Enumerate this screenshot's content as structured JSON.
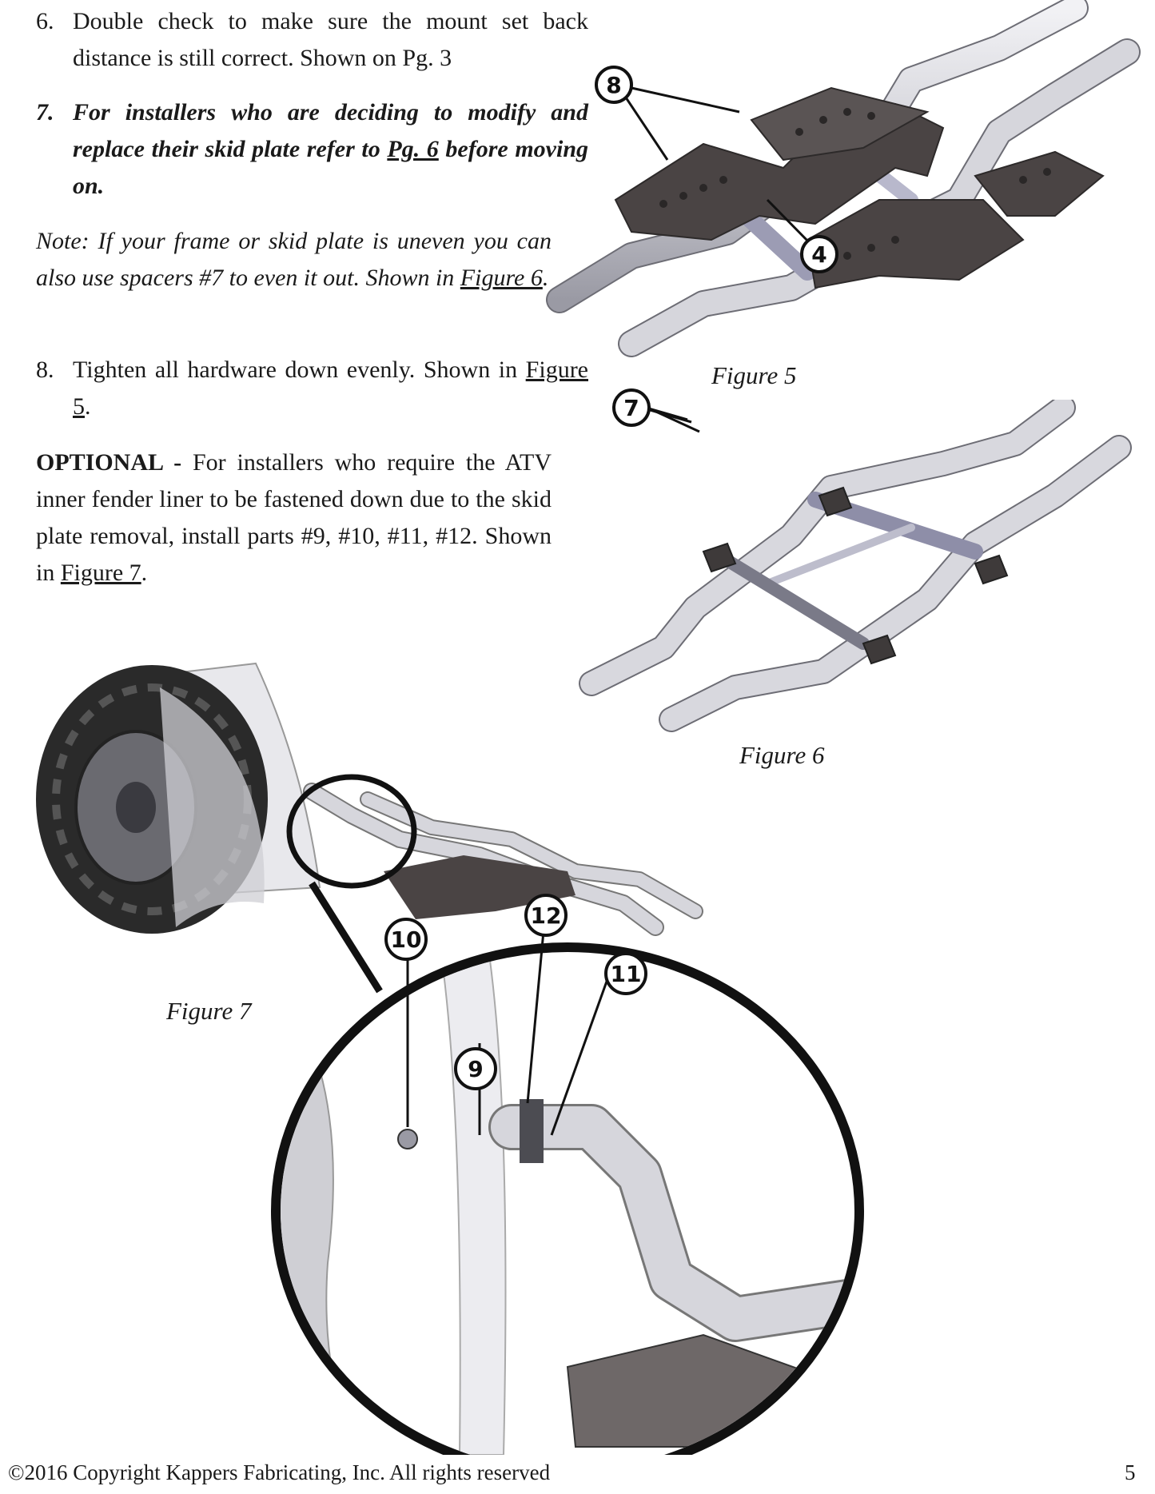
{
  "steps": {
    "s6": {
      "num": "6.",
      "text": "Double check to make sure the mount set back distance is still correct. Shown on Pg. 3"
    },
    "s7": {
      "num": "7.",
      "text_a": "For installers who are deciding to modify and replace their skid plate refer to ",
      "link": "Pg. 6",
      "text_b": " before moving on."
    },
    "note": {
      "text_a": "Note: If your frame or skid plate is uneven you can also use spacers #7 to even it out. Shown in ",
      "link": "Figure 6",
      "text_b": "."
    },
    "s8": {
      "num": "8.",
      "text_a": "Tighten all hardware down evenly. Shown in ",
      "link": "Figure 5",
      "text_b": "."
    },
    "optional": {
      "label": "OPTIONAL -",
      "text_a": " For installers who require the ATV inner fender liner to be fastened down due to the skid plate removal, install parts #9, #10, #11, #12. Shown in ",
      "link": "Figure 7",
      "text_b": "."
    }
  },
  "figures": {
    "fig5": {
      "caption": "Figure 5",
      "callouts": [
        "8",
        "4"
      ]
    },
    "fig6": {
      "caption": "Figure 6",
      "callouts": [
        "7"
      ]
    },
    "fig7": {
      "caption": "Figure 7",
      "callouts": [
        "10",
        "12",
        "11",
        "9"
      ]
    }
  },
  "footer": {
    "copyright": "©2016 Copyright Kappers Fabricating, Inc.   All rights reserved",
    "page": "5"
  },
  "colors": {
    "text": "#1a1a1a",
    "plate": "#4a4444",
    "tube": "#d2d2d8",
    "tire": "#2a2a2a"
  }
}
